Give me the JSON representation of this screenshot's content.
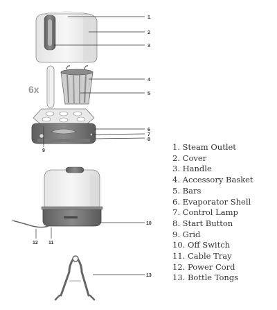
{
  "parts": [
    {
      "number": "1",
      "name": "Steam Outlet"
    },
    {
      "number": "2",
      "name": "Cover"
    },
    {
      "number": "3",
      "name": "Handle"
    },
    {
      "number": "4",
      "name": "Accessory Basket"
    },
    {
      "number": "5",
      "name": "Bars"
    },
    {
      "number": "6",
      "name": "Evaporator Shell"
    },
    {
      "number": "7",
      "name": "Control Lamp"
    },
    {
      "number": "8",
      "name": "Start Button"
    },
    {
      "number": "9",
      "name": "Grid"
    },
    {
      "number": "10",
      "name": "Off Switch"
    },
    {
      "number": "11",
      "name": "Cable Tray"
    },
    {
      "number": "12",
      "name": "Power Cord"
    },
    {
      "number": "13",
      "name": "Bottle Tongs"
    }
  ],
  "callouts": {
    "c1": "1",
    "c2": "2",
    "c3": "3",
    "c4": "4",
    "c5": "5",
    "c6": "6",
    "c7": "7",
    "c8": "8",
    "c9": "9",
    "c10": "10",
    "c11": "11",
    "c12": "12",
    "c13": "13"
  },
  "bars_multiplier": "6x",
  "colors": {
    "ink": "#333333",
    "body_light": "#efefef",
    "body_shade": "#d6d6d6",
    "dark_gray": "#6f6f6f",
    "mid_gray": "#9a9a9a"
  }
}
